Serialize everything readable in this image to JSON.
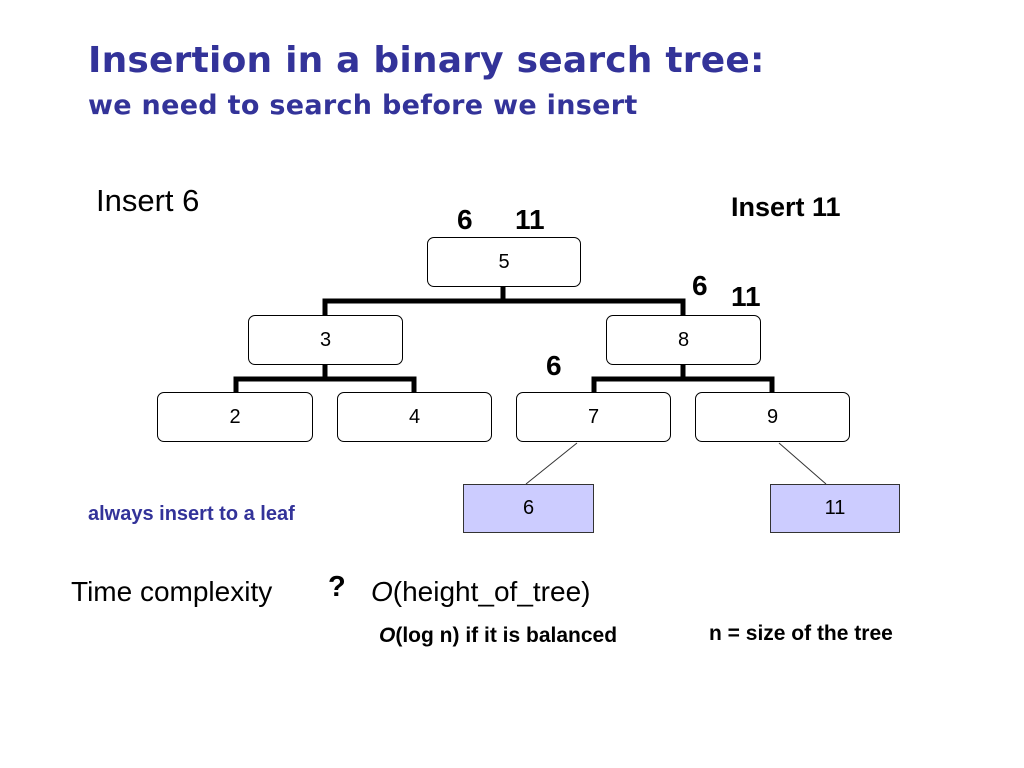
{
  "title": "Insertion in a binary search tree:",
  "subtitle": "we need to search before we insert",
  "label_insert6": "Insert 6",
  "label_insert11": "Insert 11",
  "path_annotations": {
    "root_6": "6",
    "root_11": "11",
    "right_6": "6",
    "right_11": "11",
    "left_of_8_6": "6"
  },
  "tree": {
    "root": "5",
    "left": "3",
    "right": "8",
    "left_left": "2",
    "left_right": "4",
    "right_left": "7",
    "right_right": "9",
    "new_left": "6",
    "new_right": "11"
  },
  "note_leaf": "always insert to a leaf",
  "time_complexity": {
    "label": "Time complexity",
    "question": "?",
    "o": "O",
    "expr": "(height_of_tree)",
    "balanced_o": "O",
    "balanced_rest": "(log n) if it is balanced",
    "size_note": "n = size of the tree"
  },
  "colors": {
    "title": "#333399",
    "new_node_fill": "#ccccff"
  }
}
